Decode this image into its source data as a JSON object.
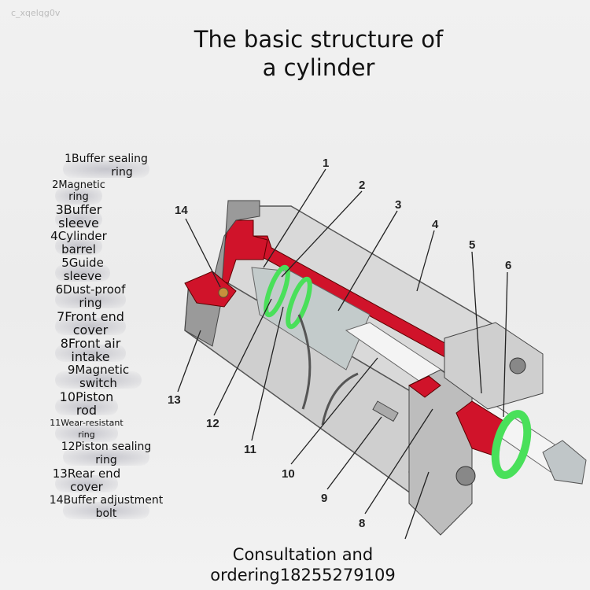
{
  "watermark": "c_xqelqg0v",
  "title_line1": "The basic structure of",
  "title_line2": "a cylinder",
  "legend": [
    {
      "l1": "1Buffer sealing",
      "l2": "ring"
    },
    {
      "l1": "2Magnetic",
      "l2": "ring"
    },
    {
      "l1": "3Buffer",
      "l2": "sleeve"
    },
    {
      "l1": "4Cylinder",
      "l2": "barrel"
    },
    {
      "l1": "5Guide",
      "l2": "sleeve"
    },
    {
      "l1": "6Dust-proof",
      "l2": "ring"
    },
    {
      "l1": "7Front end",
      "l2": "cover"
    },
    {
      "l1": "8Front air",
      "l2": "intake"
    },
    {
      "l1": "9Magnetic",
      "l2": "switch"
    },
    {
      "l1": "10Piston",
      "l2": "rod"
    },
    {
      "l1": "11Wear-resistant",
      "l2": "ring"
    },
    {
      "l1": "12Piston sealing",
      "l2": "ring"
    },
    {
      "l1": "13Rear end",
      "l2": "cover"
    },
    {
      "l1": "14Buffer adjustment",
      "l2": "bolt"
    }
  ],
  "callouts": [
    "1",
    "2",
    "3",
    "4",
    "5",
    "6",
    "8",
    "9",
    "10",
    "11",
    "12",
    "13",
    "14"
  ],
  "contact_line1": "Consultation and",
  "contact_line2": "ordering18255279109",
  "colors": {
    "cutaway": "#d0132a",
    "seal": "#49e05a",
    "body": "#c9c9c9"
  }
}
